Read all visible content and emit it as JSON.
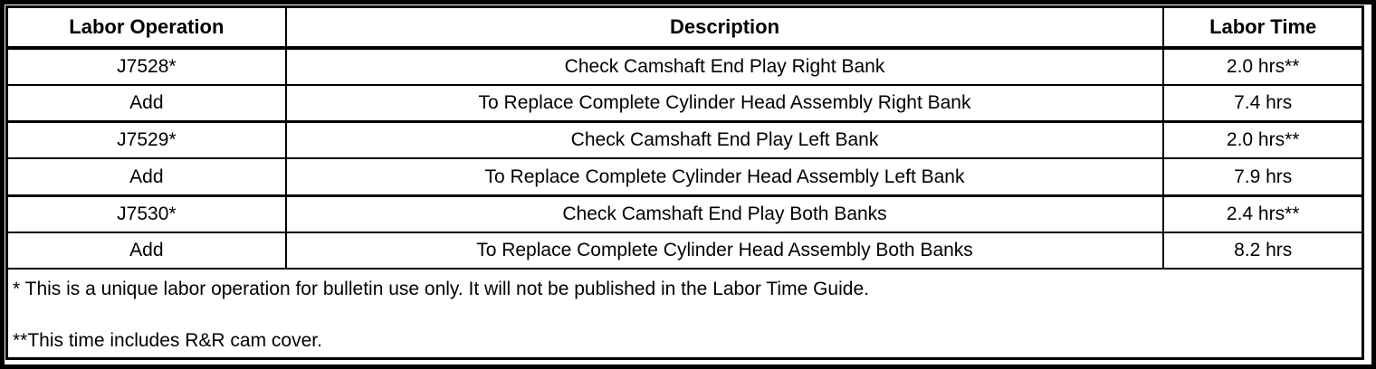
{
  "table": {
    "headers": [
      "Labor Operation",
      "Description",
      "Labor Time"
    ],
    "rows": [
      {
        "op": "J7528*",
        "desc": "Check Camshaft End Play Right Bank",
        "time": "2.0 hrs**"
      },
      {
        "op": "Add",
        "desc": "To Replace Complete Cylinder Head Assembly Right Bank",
        "time": "7.4 hrs"
      },
      {
        "op": "J7529*",
        "desc": "Check Camshaft End Play Left Bank",
        "time": "2.0 hrs**"
      },
      {
        "op": "Add",
        "desc": "To Replace Complete Cylinder Head Assembly Left Bank",
        "time": "7.9 hrs"
      },
      {
        "op": "J7530*",
        "desc": "Check Camshaft End Play Both Banks",
        "time": "2.4 hrs**"
      },
      {
        "op": "Add",
        "desc": "To Replace Complete Cylinder Head Assembly Both Banks",
        "time": "8.2 hrs"
      }
    ],
    "footnotes": [
      "* This is a unique labor operation for bulletin use only. It will not be published in the Labor Time Guide.",
      "**This time includes R&R cam cover."
    ]
  },
  "colors": {
    "border": "#000000",
    "background": "#ffffff",
    "text": "#000000"
  }
}
